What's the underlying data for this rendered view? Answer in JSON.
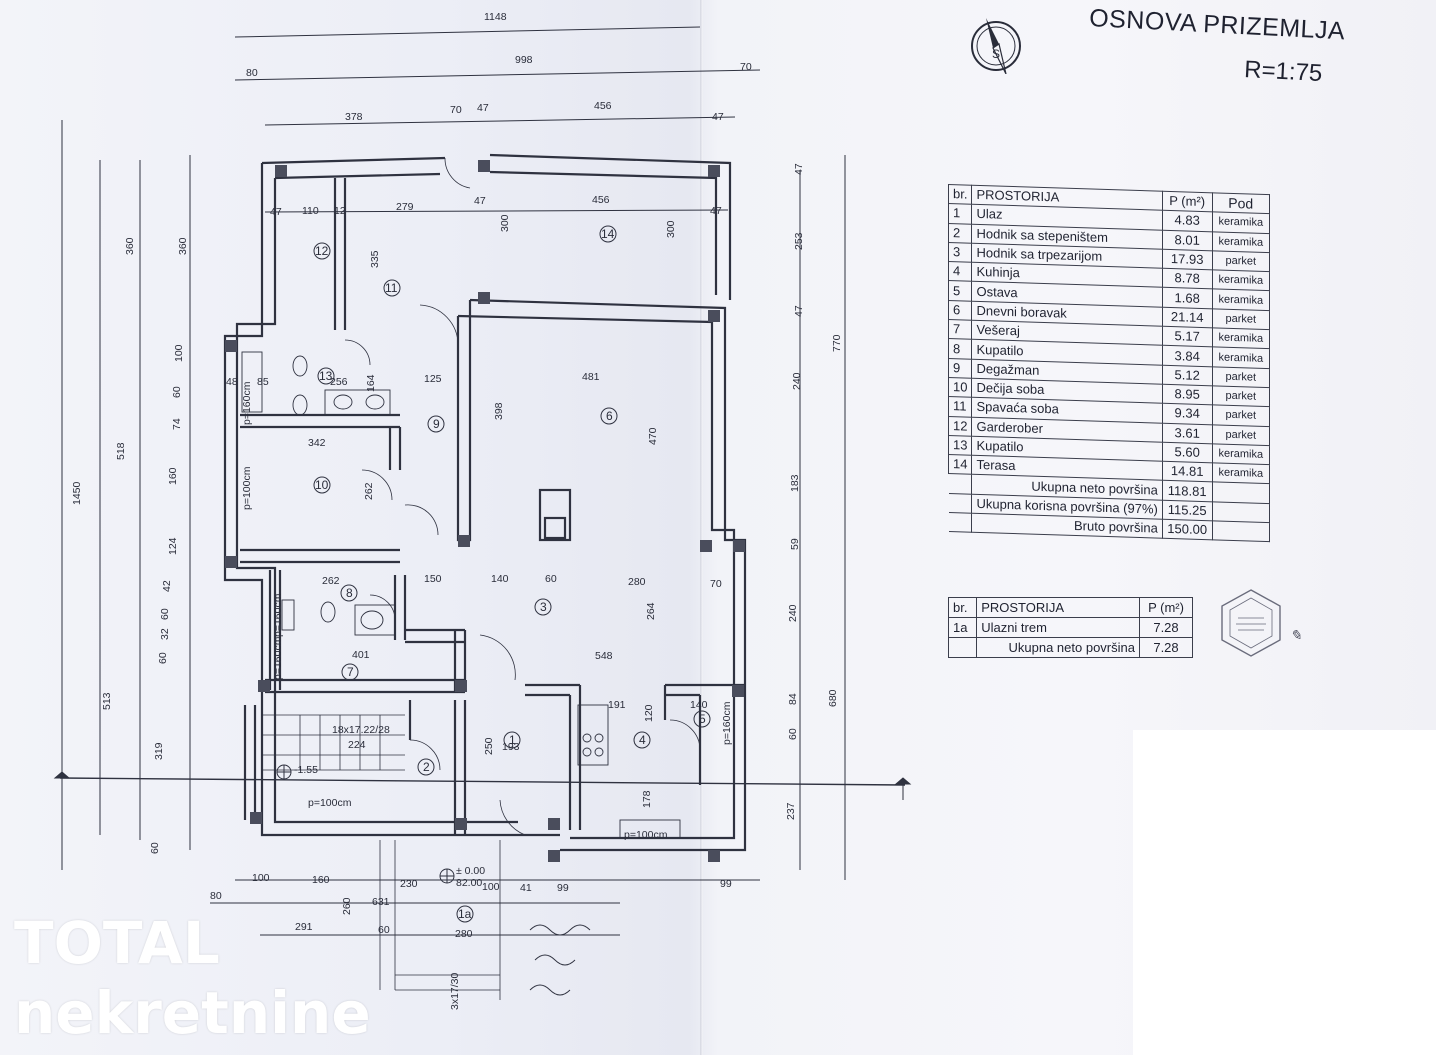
{
  "header": {
    "title": "OSNOVA PRIZEMLJA",
    "scale": "R=1:75"
  },
  "rooms_table": {
    "headers": {
      "no": "br.",
      "name": "PROSTORIJA",
      "area": "P (m²)",
      "floor": "Pod"
    },
    "rows": [
      {
        "no": "1",
        "name": "Ulaz",
        "area": "4.83",
        "floor": "keramika"
      },
      {
        "no": "2",
        "name": "Hodnik sa stepeništem",
        "area": "8.01",
        "floor": "keramika"
      },
      {
        "no": "3",
        "name": "Hodnik sa trpezarijom",
        "area": "17.93",
        "floor": "parket"
      },
      {
        "no": "4",
        "name": "Kuhinja",
        "area": "8.78",
        "floor": "keramika"
      },
      {
        "no": "5",
        "name": "Ostava",
        "area": "1.68",
        "floor": "keramika"
      },
      {
        "no": "6",
        "name": "Dnevni boravak",
        "area": "21.14",
        "floor": "parket"
      },
      {
        "no": "7",
        "name": "Vešeraj",
        "area": "5.17",
        "floor": "keramika"
      },
      {
        "no": "8",
        "name": "Kupatilo",
        "area": "3.84",
        "floor": "keramika"
      },
      {
        "no": "9",
        "name": "Degažman",
        "area": "5.12",
        "floor": "parket"
      },
      {
        "no": "10",
        "name": "Dečija soba",
        "area": "8.95",
        "floor": "parket"
      },
      {
        "no": "11",
        "name": "Spavaća soba",
        "area": "9.34",
        "floor": "parket"
      },
      {
        "no": "12",
        "name": "Garderober",
        "area": "3.61",
        "floor": "parket"
      },
      {
        "no": "13",
        "name": "Kupatilo",
        "area": "5.60",
        "floor": "keramika"
      },
      {
        "no": "14",
        "name": "Terasa",
        "area": "14.81",
        "floor": "keramika"
      }
    ],
    "totals": [
      {
        "label": "Ukupna neto površina",
        "value": "118.81"
      },
      {
        "label": "Ukupna korisna površina (97%)",
        "value": "115.25"
      },
      {
        "label": "Bruto površina",
        "value": "150.00"
      }
    ]
  },
  "porch_table": {
    "headers": {
      "no": "br.",
      "name": "PROSTORIJA",
      "area": "P (m²)"
    },
    "rows": [
      {
        "no": "1a",
        "name": "Ulazni trem",
        "area": "7.28"
      }
    ],
    "total": {
      "label": "Ukupna neto površina",
      "value": "7.28"
    }
  },
  "plan": {
    "top_dimensions": [
      "1148",
      "80",
      "998",
      "70",
      "378",
      "70",
      "47",
      "456",
      "47"
    ],
    "left_dimensions": [
      "1450",
      "360",
      "518",
      "513",
      "360",
      "100",
      "60",
      "74",
      "160",
      "124",
      "42",
      "60",
      "32",
      "60",
      "319",
      "60"
    ],
    "right_dimensions": [
      "770",
      "680",
      "47",
      "253",
      "47",
      "240",
      "183",
      "59",
      "240",
      "84",
      "60",
      "237"
    ],
    "bottom_dimensions": [
      "100",
      "160",
      "230",
      "100",
      "41",
      "99",
      "99",
      "80",
      "291",
      "60",
      "280",
      "631",
      "260"
    ],
    "interior_dimensions": [
      "47",
      "110",
      "12",
      "279",
      "47",
      "456",
      "47",
      "335",
      "300",
      "300",
      "481",
      "398",
      "470",
      "342",
      "262",
      "125",
      "256",
      "164",
      "262",
      "140",
      "60",
      "280",
      "150",
      "70",
      "401",
      "548",
      "264",
      "191",
      "140",
      "120",
      "224",
      "250",
      "193",
      "178",
      "85",
      "48"
    ],
    "openings": [
      "p=160cm",
      "p=100cm",
      "p=160cm",
      "p=160cm",
      "p=160cm",
      "p=100cm",
      "p=100cm"
    ],
    "levels": [
      "-1.55",
      "± 0.00",
      "82.00"
    ],
    "stair_note": "18x17.22/28",
    "entry_stair_note": "3x17/30",
    "room_numbers": [
      "1",
      "2",
      "3",
      "4",
      "5",
      "6",
      "7",
      "8",
      "9",
      "10",
      "11",
      "12",
      "13",
      "14",
      "1a"
    ]
  },
  "watermark": {
    "line1": "TOTAL",
    "line2": "nekretnine"
  }
}
